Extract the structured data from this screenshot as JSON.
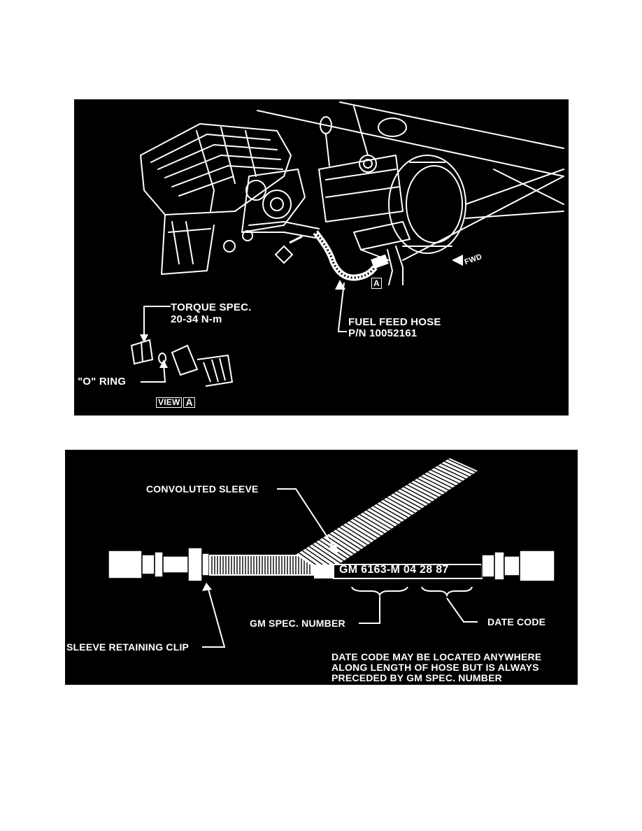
{
  "figure_top": {
    "torque_spec_label": "TORQUE SPEC.",
    "torque_spec_value": "20-34 N-m",
    "o_ring_label": "\"O\" RING",
    "view_label": "VIEW",
    "view_letter": "A",
    "callout_letter": "A",
    "fwd_label": "FWD",
    "fuel_feed_hose_label": "FUEL FEED HOSE",
    "part_number": "P/N 10052161"
  },
  "figure_bottom": {
    "convoluted_sleeve_label": "CONVOLUTED SLEEVE",
    "hose_marking": "GM 6163-M 04 28 87",
    "gm_spec_number_label": "GM SPEC. NUMBER",
    "date_code_label": "DATE CODE",
    "sleeve_retaining_clip_label": "SLEEVE RETAINING CLIP",
    "note_lines": [
      "DATE CODE MAY BE LOCATED ANYWHERE",
      "ALONG LENGTH OF HOSE BUT IS ALWAYS",
      "PRECEDED BY GM SPEC. NUMBER"
    ]
  }
}
